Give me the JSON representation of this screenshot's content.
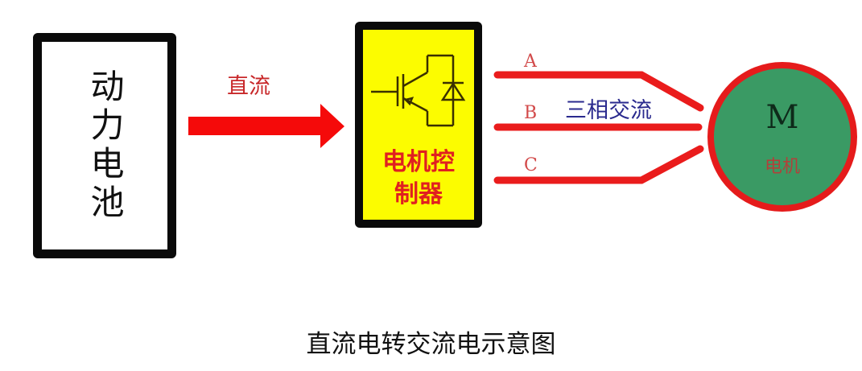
{
  "diagram": {
    "title": "直流电转交流电示意图",
    "nodes": {
      "battery": {
        "label": "动力电池",
        "fill": "#ffffff",
        "border": "#0a0a0a"
      },
      "controller": {
        "label_line1": "电机控",
        "label_line2": "制器",
        "fill": "#fcfc00",
        "border": "#0a0a0a",
        "icon": "igbt-with-diode-icon"
      },
      "motor": {
        "symbol": "M",
        "label": "电机",
        "fill": "#3a9a64",
        "border": "#e51b1b"
      }
    },
    "edges": {
      "dc": {
        "label": "直流",
        "color": "#f50a0a",
        "from": "battery",
        "to": "controller"
      },
      "ac": {
        "label": "三相交流",
        "color": "#ea1c1c",
        "phases": [
          "A",
          "B",
          "C"
        ],
        "from": "controller",
        "to": "motor"
      }
    }
  }
}
